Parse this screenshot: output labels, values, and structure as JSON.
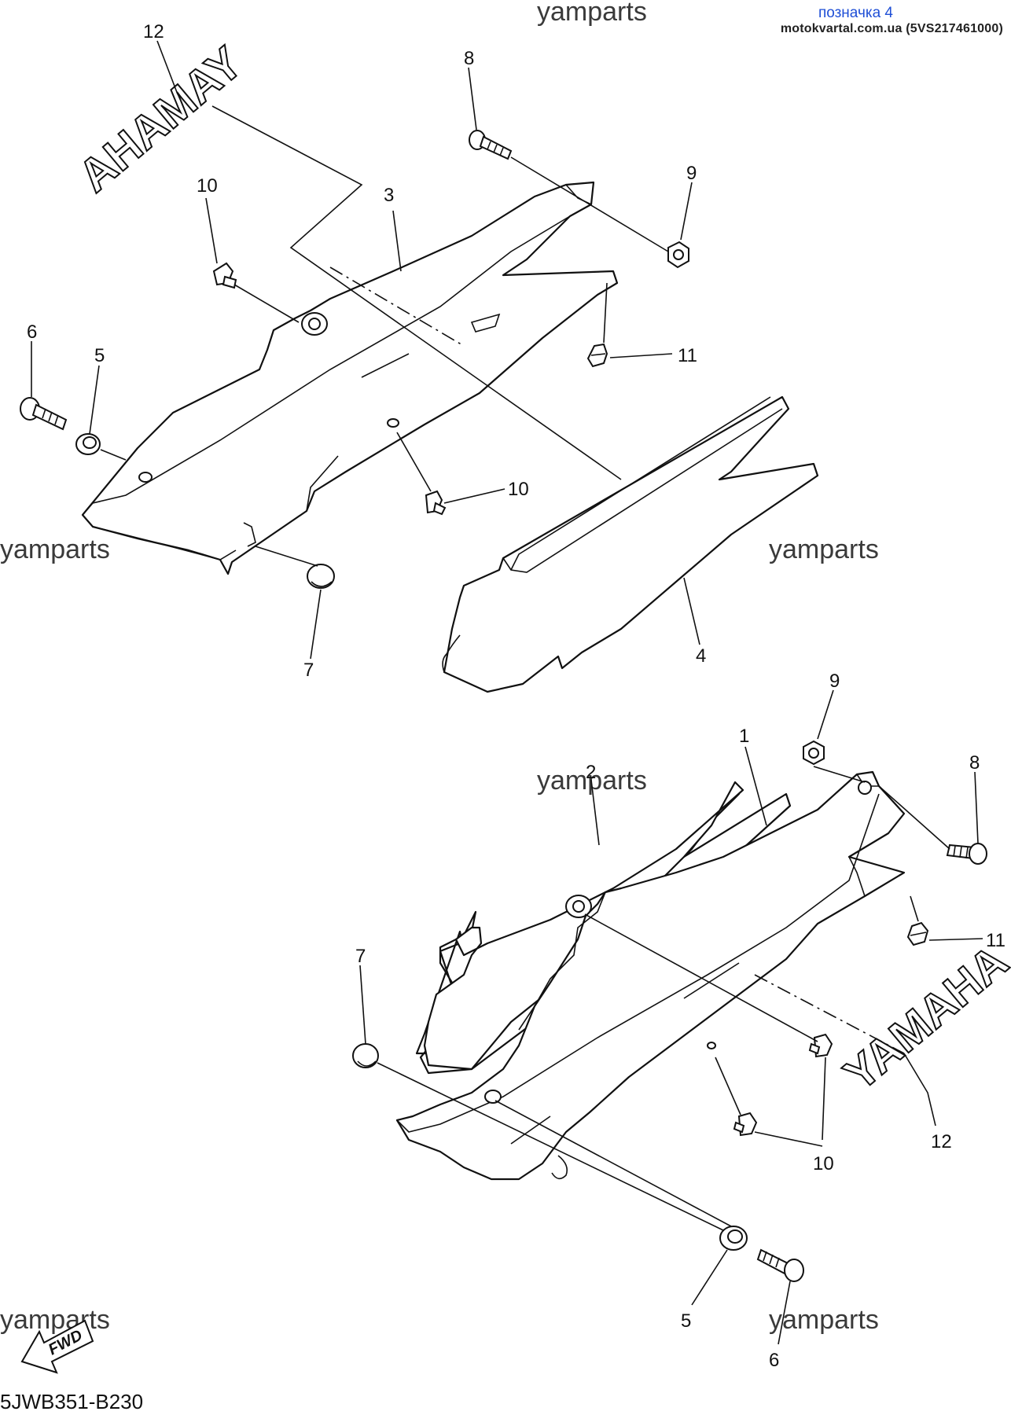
{
  "header": {
    "label": "позначка 4",
    "source": "motokvartal.com.ua (5VS217461000)"
  },
  "watermark": "yamparts",
  "diagram_code": "5JWB351-B230",
  "fwd_label": "FWD",
  "decal_text": "YAMAHA",
  "callouts": {
    "c1": "1",
    "c2": "2",
    "c3": "3",
    "c4": "4",
    "c5a": "5",
    "c5b": "5",
    "c6a": "6",
    "c6b": "6",
    "c7a": "7",
    "c7b": "7",
    "c8a": "8",
    "c8b": "8",
    "c9a": "9",
    "c9b": "9",
    "c10a": "10",
    "c10b": "10",
    "c10c": "10",
    "c11a": "11",
    "c11b": "11",
    "c12a": "12",
    "c12b": "12"
  }
}
